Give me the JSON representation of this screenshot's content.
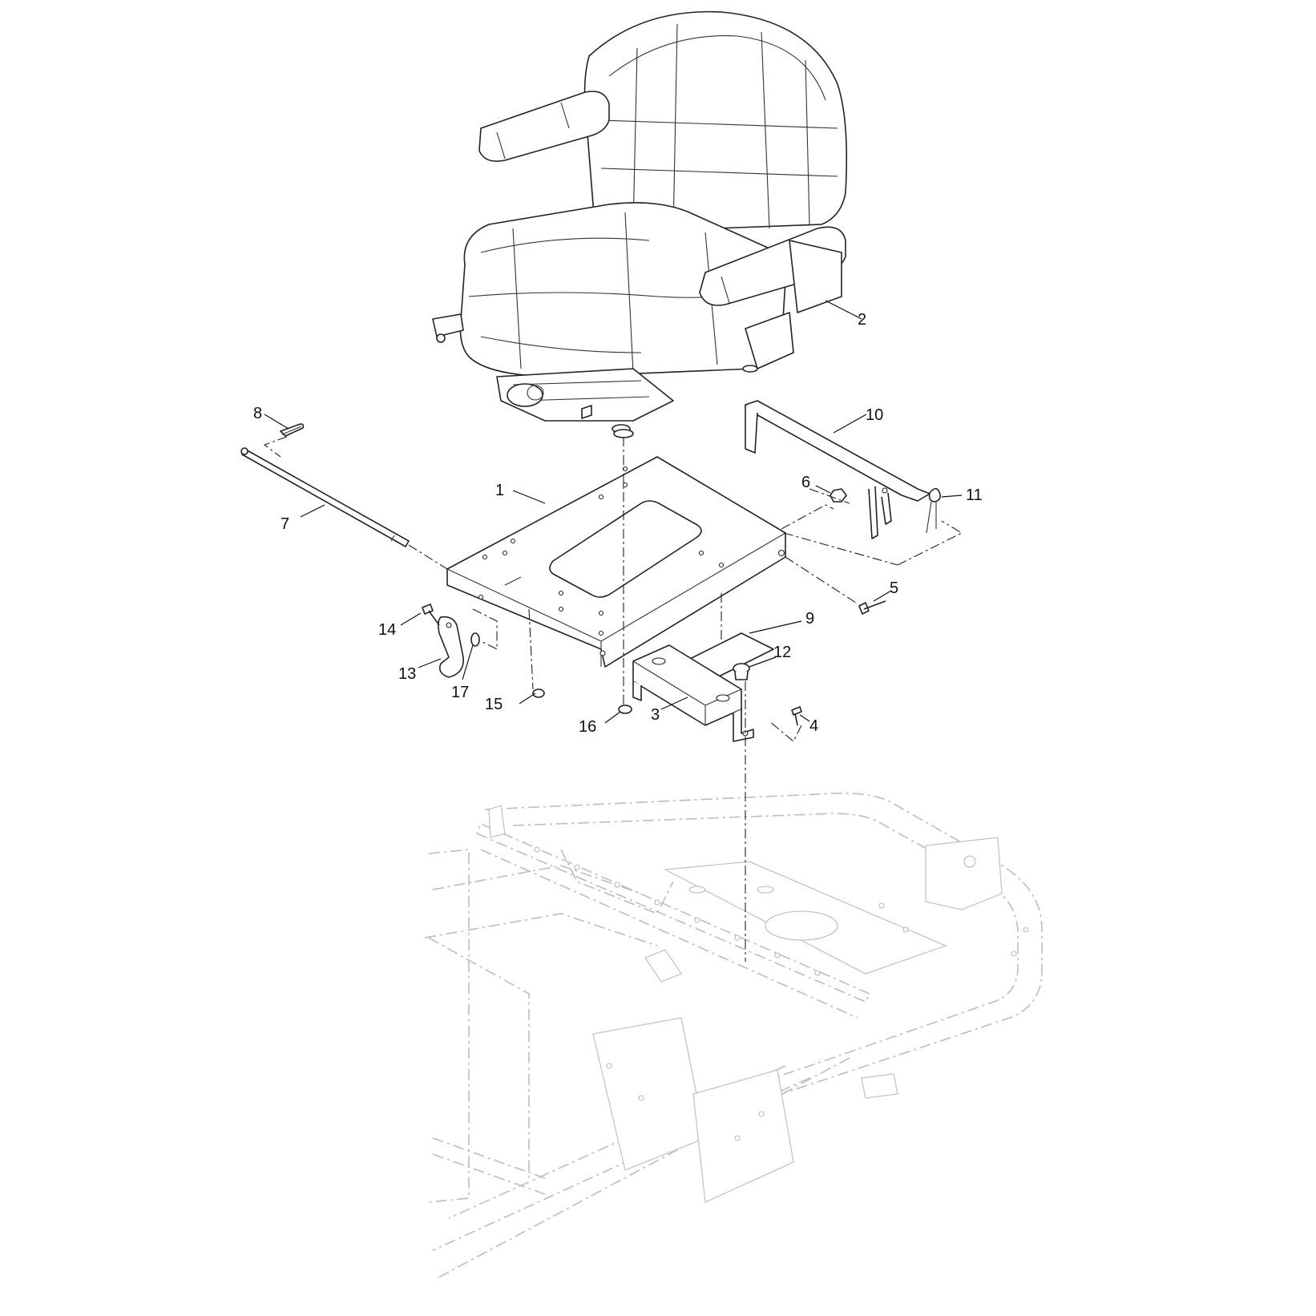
{
  "callouts": {
    "c1": "1",
    "c2": "2",
    "c3": "3",
    "c4": "4",
    "c5": "5",
    "c6": "6",
    "c7": "7",
    "c8": "8",
    "c9": "9",
    "c10": "10",
    "c11": "11",
    "c12": "12",
    "c13": "13",
    "c14": "14",
    "c15": "15",
    "c16": "16",
    "c17": "17"
  },
  "colors": {
    "line": "#222222",
    "ghost": "#bdbdbd",
    "background": "#ffffff"
  }
}
